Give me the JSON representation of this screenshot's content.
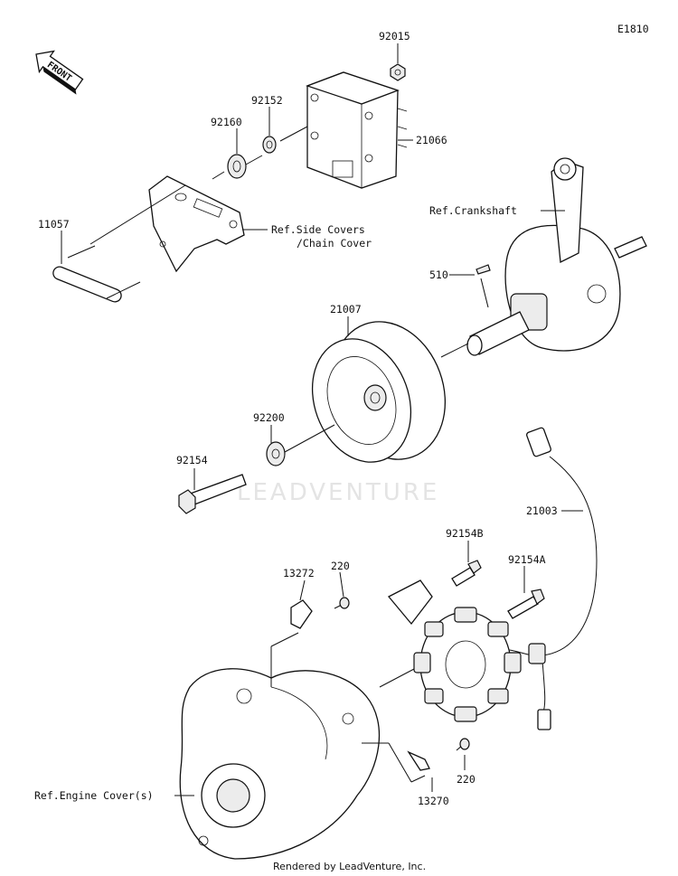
{
  "diagram_code": "E1810",
  "front_marker": "FRONT",
  "watermark": "LEADVENTURE",
  "credit": "Rendered by LeadVenture, Inc.",
  "labels": {
    "p92015": "92015",
    "p92152": "92152",
    "p92160": "92160",
    "p21066": "21066",
    "p11057": "11057",
    "side_covers_1": "Ref.Side Covers",
    "side_covers_2": "/Chain Cover",
    "crankshaft": "Ref.Crankshaft",
    "p510": "510",
    "p21007": "21007",
    "p92200": "92200",
    "p92154": "92154",
    "p21003": "21003",
    "p92154B": "92154B",
    "p92154A": "92154A",
    "p13272": "13272",
    "p220a": "220",
    "engine_cover": "Ref.Engine Cover(s)",
    "p220b": "220",
    "p13270": "13270"
  }
}
